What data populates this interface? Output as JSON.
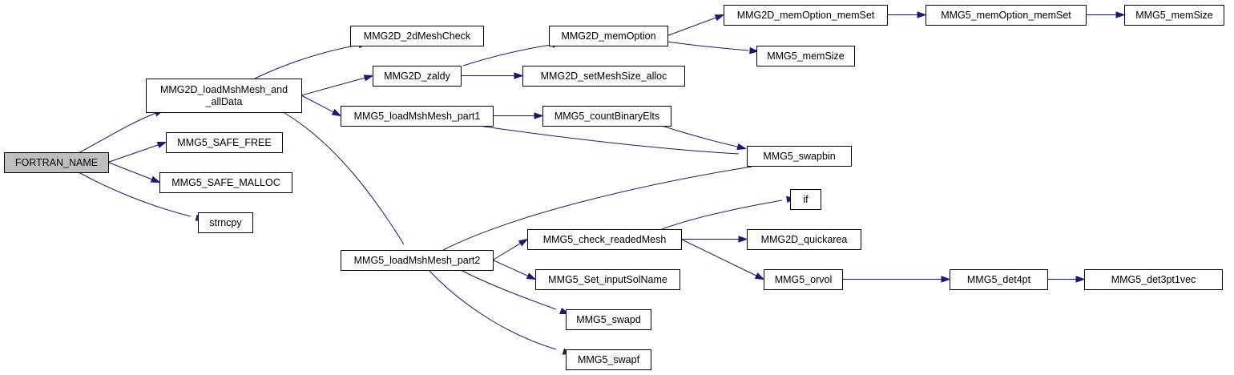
{
  "graph": {
    "edge_color": "#191970",
    "root_fill": "#bfbfbf",
    "nodes": [
      {
        "id": "fortran_name",
        "lines": [
          "FORTRAN_NAME"
        ],
        "root": true
      },
      {
        "id": "loadmsh_all",
        "lines": [
          "MMG2D_loadMshMesh_and",
          "_allData"
        ]
      },
      {
        "id": "safe_free",
        "lines": [
          "MMG5_SAFE_FREE"
        ]
      },
      {
        "id": "safe_malloc",
        "lines": [
          "MMG5_SAFE_MALLOC"
        ]
      },
      {
        "id": "strncpy",
        "lines": [
          "strncpy"
        ]
      },
      {
        "id": "mesh_check",
        "lines": [
          "MMG2D_2dMeshCheck"
        ]
      },
      {
        "id": "zaldy",
        "lines": [
          "MMG2D_zaldy"
        ]
      },
      {
        "id": "part1",
        "lines": [
          "MMG5_loadMshMesh_part1"
        ]
      },
      {
        "id": "part2",
        "lines": [
          "MMG5_loadMshMesh_part2"
        ]
      },
      {
        "id": "mem_option",
        "lines": [
          "MMG2D_memOption"
        ]
      },
      {
        "id": "set_meshsize",
        "lines": [
          "MMG2D_setMeshSize_alloc"
        ]
      },
      {
        "id": "count_binary",
        "lines": [
          "MMG5_countBinaryElts"
        ]
      },
      {
        "id": "swapbin",
        "lines": [
          "MMG5_swapbin"
        ]
      },
      {
        "id": "check_readed",
        "lines": [
          "MMG5_check_readedMesh"
        ]
      },
      {
        "id": "set_input_sol",
        "lines": [
          "MMG5_Set_inputSolName"
        ]
      },
      {
        "id": "swapd",
        "lines": [
          "MMG5_swapd"
        ]
      },
      {
        "id": "swapf",
        "lines": [
          "MMG5_swapf"
        ]
      },
      {
        "id": "mem_option_memset_2d",
        "lines": [
          "MMG2D_memOption_memSet"
        ]
      },
      {
        "id": "mem_size_mid",
        "lines": [
          "MMG5_memSize"
        ]
      },
      {
        "id": "if_node",
        "lines": [
          "if"
        ]
      },
      {
        "id": "quickarea",
        "lines": [
          "MMG2D_quickarea"
        ]
      },
      {
        "id": "orvol",
        "lines": [
          "MMG5_orvol"
        ]
      },
      {
        "id": "mem_option_memset_5",
        "lines": [
          "MMG5_memOption_memSet"
        ]
      },
      {
        "id": "det4pt",
        "lines": [
          "MMG5_det4pt"
        ]
      },
      {
        "id": "mem_size_end",
        "lines": [
          "MMG5_memSize"
        ]
      },
      {
        "id": "det3pt1vec",
        "lines": [
          "MMG5_det3pt1vec"
        ]
      }
    ],
    "edges": [
      [
        "fortran_name",
        "loadmsh_all"
      ],
      [
        "fortran_name",
        "safe_free"
      ],
      [
        "fortran_name",
        "safe_malloc"
      ],
      [
        "fortran_name",
        "strncpy"
      ],
      [
        "loadmsh_all",
        "mesh_check"
      ],
      [
        "loadmsh_all",
        "zaldy"
      ],
      [
        "loadmsh_all",
        "part1"
      ],
      [
        "loadmsh_all",
        "part2"
      ],
      [
        "zaldy",
        "mem_option"
      ],
      [
        "zaldy",
        "set_meshsize"
      ],
      [
        "mem_option",
        "mem_option_memset_2d"
      ],
      [
        "mem_option",
        "mem_size_mid"
      ],
      [
        "mem_option_memset_2d",
        "mem_option_memset_5"
      ],
      [
        "mem_option_memset_5",
        "mem_size_end"
      ],
      [
        "part1",
        "count_binary"
      ],
      [
        "part1",
        "swapbin"
      ],
      [
        "count_binary",
        "swapbin"
      ],
      [
        "part2",
        "swapbin"
      ],
      [
        "part2",
        "check_readed"
      ],
      [
        "part2",
        "set_input_sol"
      ],
      [
        "part2",
        "swapd"
      ],
      [
        "part2",
        "swapf"
      ],
      [
        "check_readed",
        "if_node"
      ],
      [
        "check_readed",
        "quickarea"
      ],
      [
        "check_readed",
        "orvol"
      ],
      [
        "orvol",
        "det4pt"
      ],
      [
        "det4pt",
        "det3pt1vec"
      ]
    ]
  }
}
